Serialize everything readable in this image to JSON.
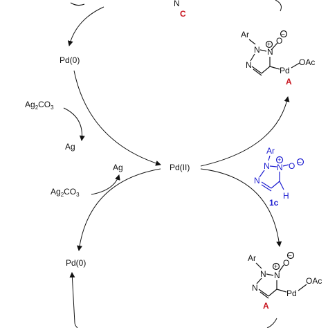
{
  "colors": {
    "ink": "#111111",
    "ligand_blue": "#1a1ad0",
    "label_red": "#c8141e"
  },
  "top_fragment": {
    "atom": "N",
    "label": "C"
  },
  "left_cycle": {
    "top_pd0": "Pd(0)",
    "ag2co3_top": {
      "base": "Ag",
      "sub1": "2",
      "mid": "CO",
      "sub2": "3"
    },
    "ag_top": "Ag",
    "pd2": "Pd(II)",
    "ag_mid": "Ag",
    "ag2co3_mid": {
      "base": "Ag",
      "sub1": "2",
      "mid": "CO",
      "sub2": "3"
    },
    "bottom_pd0": "Pd(0)"
  },
  "complex_A_top": {
    "ar": "Ar",
    "n1": "N",
    "n2": "N",
    "n3": "N",
    "plus": "+",
    "o": "O",
    "minus": "−",
    "pd": "Pd",
    "oac": "OAc",
    "label": "A"
  },
  "substrate_1c": {
    "ar": "Ar",
    "n1": "N",
    "n2": "N",
    "n3": "N",
    "plus": "+",
    "o": "O",
    "minus": "−",
    "h": "H",
    "label": "1c"
  },
  "complex_A_bottom": {
    "ar": "Ar",
    "n1": "N",
    "n2": "N",
    "n3": "N",
    "plus": "+",
    "o": "O",
    "minus": "−",
    "pd": "Pd",
    "oac": "OAc",
    "label": "A"
  }
}
